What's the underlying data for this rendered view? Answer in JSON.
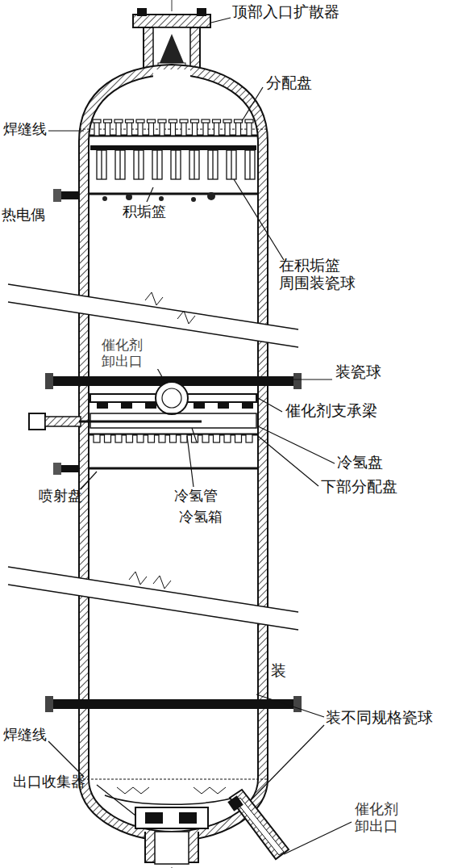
{
  "diagram": {
    "labels": [
      "顶部入口扩散器",
      "分配盘",
      "焊缝线",
      "热电偶",
      "积垢篮",
      "在积垢篮 周围装瓷球",
      "催化剂 卸出口",
      "装瓷球",
      "催化剂支承梁",
      "冷氢盘",
      "下部分配盘",
      "喷射盘",
      "冷氢管",
      "冷氢箱",
      "装",
      "装不同规格瓷球",
      "焊缝线",
      "出口收集器",
      "催化剂 卸出口"
    ]
  }
}
